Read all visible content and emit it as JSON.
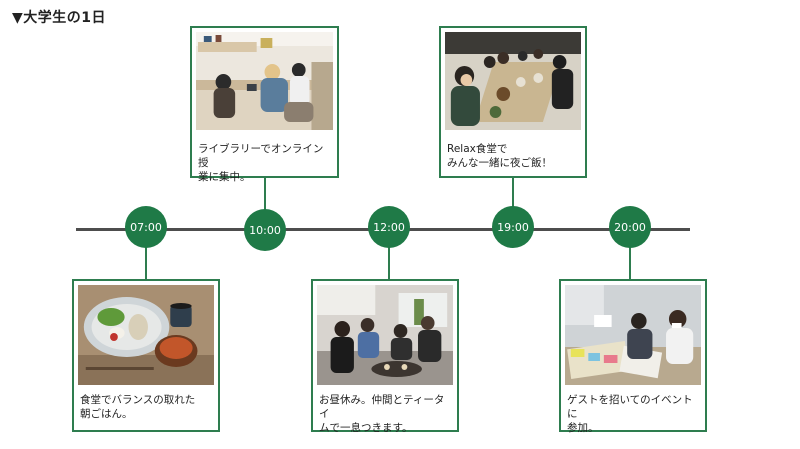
{
  "title": "▼大学生の1日",
  "times": [
    "07:00",
    "10:00",
    "12:00",
    "19:00",
    "20:00"
  ],
  "cards": [
    {
      "time": "07:00",
      "caption": "食堂でバランスの取れた\n朝ごはん。",
      "photo": "breakfast-plate-photo"
    },
    {
      "time": "10:00",
      "caption": "ライブラリーでオンライン授\n業に集中。",
      "photo": "library-study-photo"
    },
    {
      "time": "12:00",
      "caption": "お昼休み。仲間とティータイ\nムで一息つきます。",
      "photo": "lounge-friends-photo"
    },
    {
      "time": "19:00",
      "caption": "Relax食堂で\nみんな一緒に夜ご飯！",
      "photo": "dining-group-photo"
    },
    {
      "time": "20:00",
      "caption": "ゲストを招いてのイベントに\n参加。",
      "photo": "event-meeting-photo"
    }
  ],
  "colors": {
    "accent": "#1f7a47",
    "border": "#2e7d4f",
    "axis": "#4d4d4d"
  }
}
